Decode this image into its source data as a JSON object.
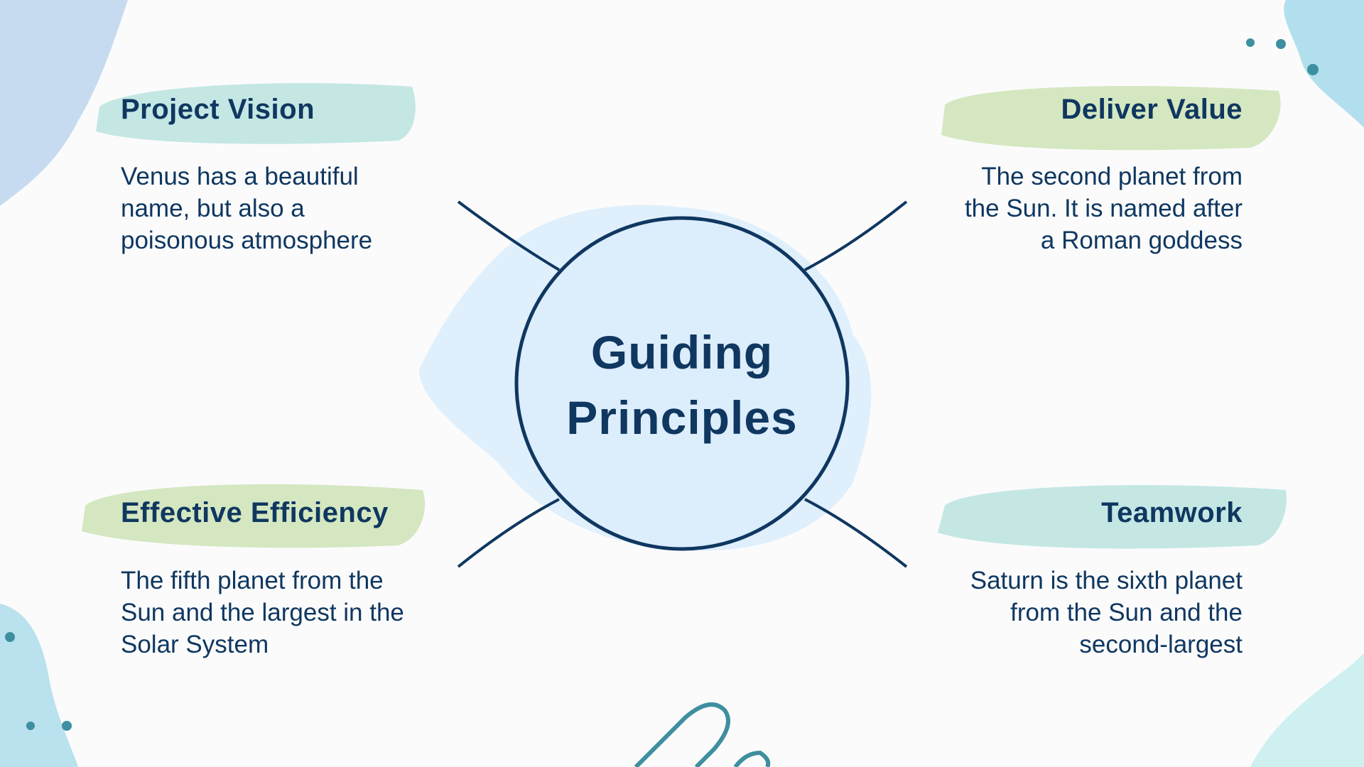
{
  "title": {
    "line1": "Guiding",
    "line2": "Principles"
  },
  "items": [
    {
      "heading": "Project Vision",
      "lines": [
        "Venus has a beautiful",
        "name, but also a",
        "poisonous atmosphere"
      ]
    },
    {
      "heading": "Deliver Value",
      "lines": [
        "The second planet from",
        "the Sun. It is named after",
        "a Roman goddess"
      ]
    },
    {
      "heading": "Effective Efficiency",
      "lines": [
        "The fifth planet from the",
        "Sun and the largest in the",
        "Solar System"
      ]
    },
    {
      "heading": "Teamwork",
      "lines": [
        "Saturn is the sixth planet",
        "from the Sun and the",
        "second-largest"
      ]
    }
  ],
  "colors": {
    "text": "#0f3760",
    "circle_fill": "#dcedfc",
    "teal_brush": "#b6e2df",
    "green_brush": "#cde3b6",
    "accent": "#3e8fa0"
  }
}
